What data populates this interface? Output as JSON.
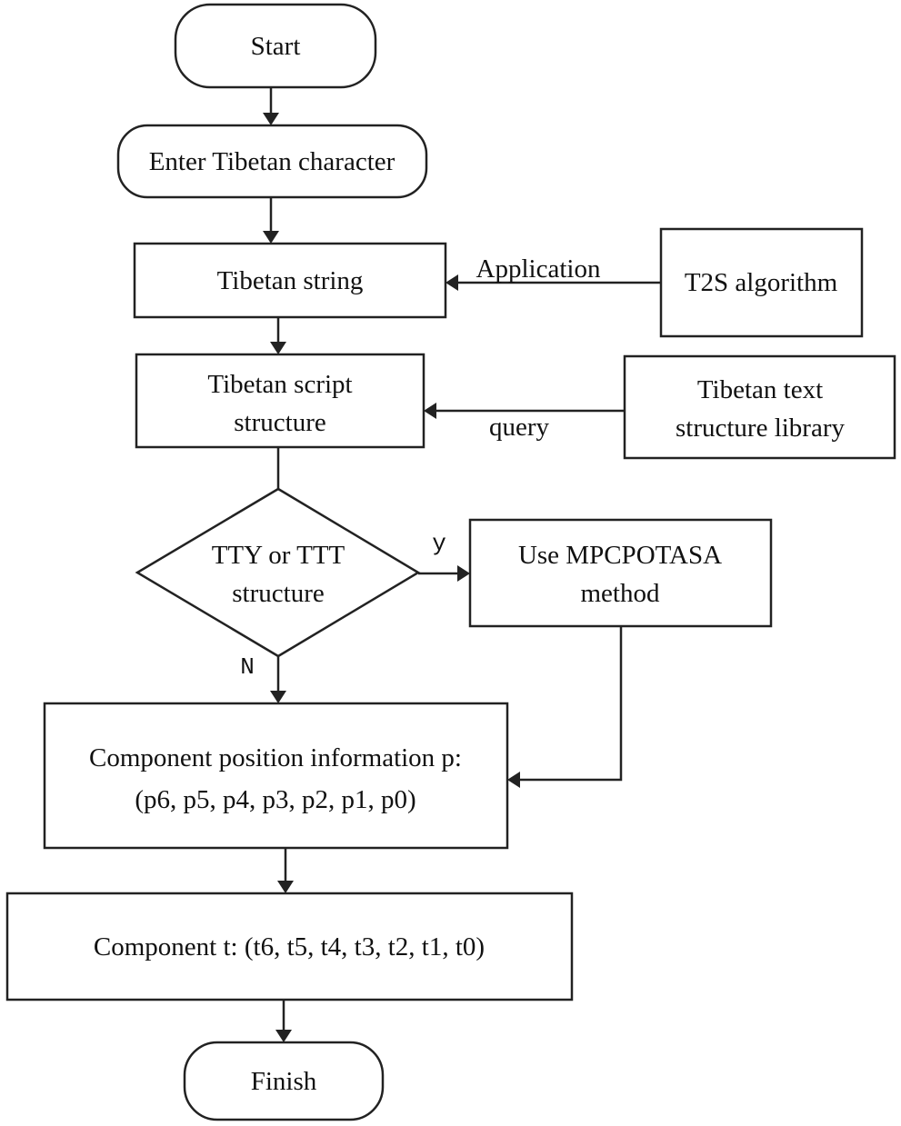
{
  "nodes": {
    "start": "Start",
    "enter": "Enter Tibetan character",
    "tibetan_string": "Tibetan string",
    "script_structure": [
      "Tibetan script",
      "structure"
    ],
    "t2s": "T2S algorithm",
    "text_library": [
      "Tibetan text",
      "structure library"
    ],
    "decision": [
      "TTY or TTT",
      "structure"
    ],
    "mpcpotasa": [
      "Use MPCPOTASA",
      "method"
    ],
    "position_info": [
      "Component position information p:",
      "(p6, p5, p4, p3, p2, p1, p0)"
    ],
    "component_t": "Component t: (t6, t5, t4, t3, t2, t1, t0)",
    "finish": "Finish"
  },
  "edges": {
    "application": "Application",
    "query": "query",
    "yes": "y",
    "no": "N"
  },
  "colors": {
    "stroke": "#222222",
    "fill": "#ffffff",
    "text": "#111111"
  }
}
